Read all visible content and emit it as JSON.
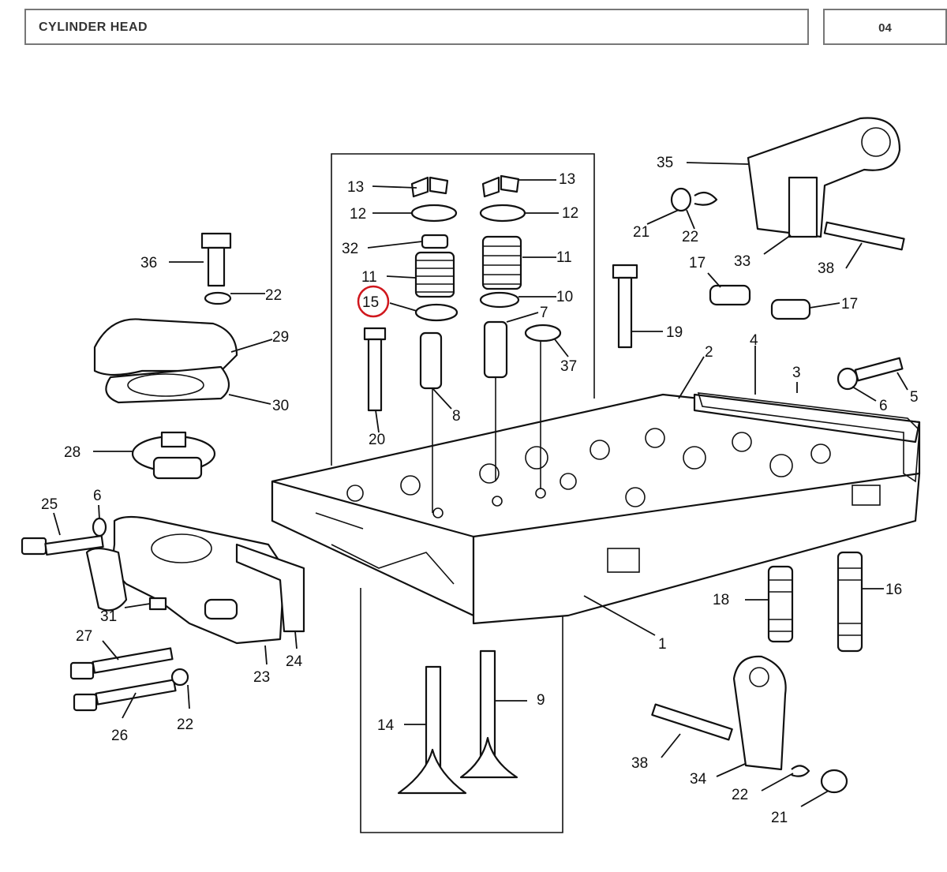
{
  "header": {
    "title": "CYLINDER HEAD",
    "page_code": "04"
  },
  "highlight_color": "#d0171d",
  "highlighted_part": "15",
  "callouts": [
    {
      "id": "c13a",
      "text": "13"
    },
    {
      "id": "c13b",
      "text": "13"
    },
    {
      "id": "c12a",
      "text": "12"
    },
    {
      "id": "c12b",
      "text": "12"
    },
    {
      "id": "c32",
      "text": "32"
    },
    {
      "id": "c11a",
      "text": "11"
    },
    {
      "id": "c11b",
      "text": "11"
    },
    {
      "id": "c15",
      "text": "15"
    },
    {
      "id": "c10",
      "text": "10"
    },
    {
      "id": "c7",
      "text": "7"
    },
    {
      "id": "c37",
      "text": "37"
    },
    {
      "id": "c8",
      "text": "8"
    },
    {
      "id": "c20",
      "text": "20"
    },
    {
      "id": "c35",
      "text": "35"
    },
    {
      "id": "c21a",
      "text": "21"
    },
    {
      "id": "c22a",
      "text": "22"
    },
    {
      "id": "c33",
      "text": "33"
    },
    {
      "id": "c38a",
      "text": "38"
    },
    {
      "id": "c17a",
      "text": "17"
    },
    {
      "id": "c17b",
      "text": "17"
    },
    {
      "id": "c19",
      "text": "19"
    },
    {
      "id": "c2",
      "text": "2"
    },
    {
      "id": "c4",
      "text": "4"
    },
    {
      "id": "c3",
      "text": "3"
    },
    {
      "id": "c5",
      "text": "5"
    },
    {
      "id": "c6a",
      "text": "6"
    },
    {
      "id": "c36",
      "text": "36"
    },
    {
      "id": "c22b",
      "text": "22"
    },
    {
      "id": "c29",
      "text": "29"
    },
    {
      "id": "c30",
      "text": "30"
    },
    {
      "id": "c28",
      "text": "28"
    },
    {
      "id": "c25",
      "text": "25"
    },
    {
      "id": "c6b",
      "text": "6"
    },
    {
      "id": "c31",
      "text": "31"
    },
    {
      "id": "c27",
      "text": "27"
    },
    {
      "id": "c23",
      "text": "23"
    },
    {
      "id": "c24",
      "text": "24"
    },
    {
      "id": "c26",
      "text": "26"
    },
    {
      "id": "c22c",
      "text": "22"
    },
    {
      "id": "c1",
      "text": "1"
    },
    {
      "id": "c18",
      "text": "18"
    },
    {
      "id": "c16",
      "text": "16"
    },
    {
      "id": "c14",
      "text": "14"
    },
    {
      "id": "c9",
      "text": "9"
    },
    {
      "id": "c38b",
      "text": "38"
    },
    {
      "id": "c34",
      "text": "34"
    },
    {
      "id": "c22d",
      "text": "22"
    },
    {
      "id": "c21b",
      "text": "21"
    }
  ]
}
